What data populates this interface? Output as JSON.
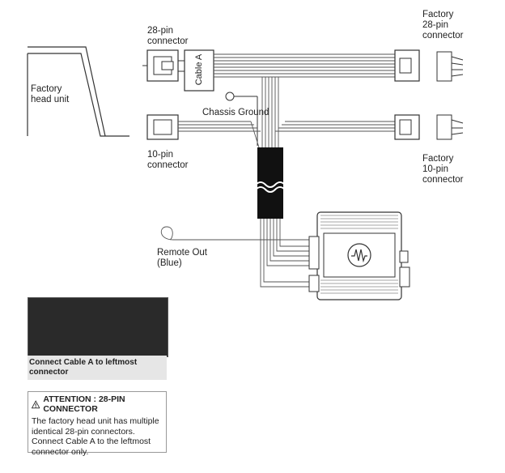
{
  "labels": {
    "factory_head_unit": "Factory\nhead unit",
    "pin28_connector": "28-pin\nconnector",
    "cable_a": "Cable A",
    "factory_28pin": "Factory\n28-pin\nconnector",
    "chassis_ground": "Chassis Ground",
    "pin10_connector": "10-pin\nconnector",
    "factory_10pin": "Factory\n10-pin\nconnector",
    "remote_out": "Remote Out\n(Blue)"
  },
  "photo_caption": "Connect Cable A to leftmost connector",
  "attention": {
    "title": "ATTENTION :  28-PIN CONNECTOR",
    "body": "The factory head unit has multiple identical 28-pin connectors. Connect Cable A to the leftmost connector only."
  },
  "colors": {
    "wire": "#555555",
    "bundle": "#111111",
    "outline": "#333333",
    "caption_bg": "#e6e6e6"
  }
}
